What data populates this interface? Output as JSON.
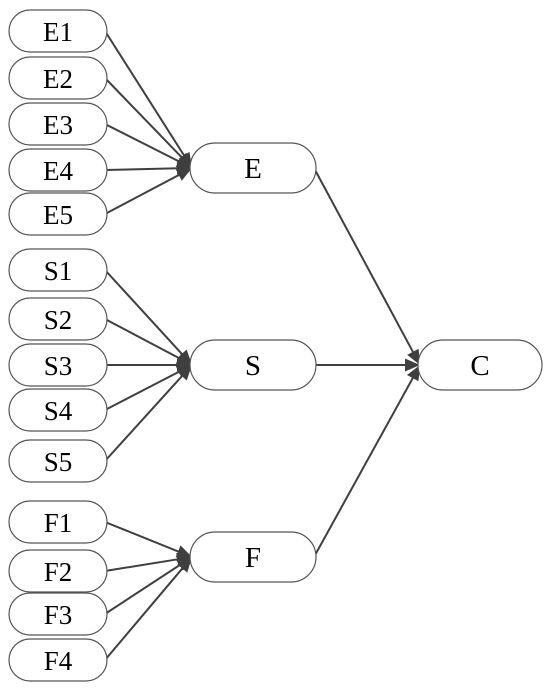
{
  "diagram": {
    "root": {
      "id": "C",
      "label": "C"
    },
    "groups": [
      {
        "id": "E",
        "label": "E",
        "children": [
          "E1",
          "E2",
          "E3",
          "E4",
          "E5"
        ]
      },
      {
        "id": "S",
        "label": "S",
        "children": [
          "S1",
          "S2",
          "S3",
          "S4",
          "S5"
        ]
      },
      {
        "id": "F",
        "label": "F",
        "children": [
          "F1",
          "F2",
          "F3",
          "F4"
        ]
      }
    ],
    "edges": [
      [
        "E1",
        "E"
      ],
      [
        "E2",
        "E"
      ],
      [
        "E3",
        "E"
      ],
      [
        "E4",
        "E"
      ],
      [
        "E5",
        "E"
      ],
      [
        "S1",
        "S"
      ],
      [
        "S2",
        "S"
      ],
      [
        "S3",
        "S"
      ],
      [
        "S4",
        "S"
      ],
      [
        "S5",
        "S"
      ],
      [
        "F1",
        "F"
      ],
      [
        "F2",
        "F"
      ],
      [
        "F3",
        "F"
      ],
      [
        "F4",
        "F"
      ],
      [
        "E",
        "C"
      ],
      [
        "S",
        "C"
      ],
      [
        "F",
        "C"
      ]
    ]
  }
}
